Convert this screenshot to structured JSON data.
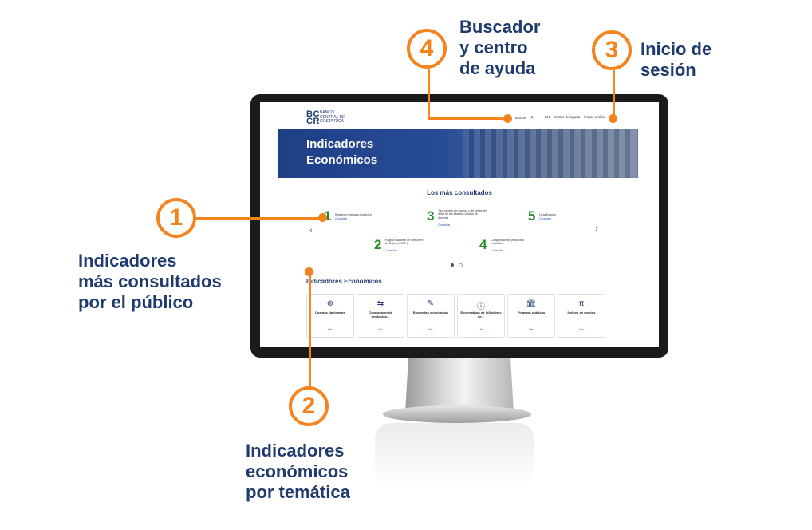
{
  "callouts": {
    "c1": {
      "number": "1",
      "lines": [
        "Indicadores",
        "más consultados",
        "por el público"
      ]
    },
    "c2": {
      "number": "2",
      "lines": [
        "Indicadores",
        "económicos",
        "por temática"
      ]
    },
    "c3": {
      "number": "3",
      "lines": [
        "Inicio de",
        "sesión"
      ]
    },
    "c4": {
      "number": "4",
      "lines": [
        "Buscador",
        "y centro",
        "de ayuda"
      ]
    }
  },
  "colors": {
    "accent": "#f5841f",
    "brand": "#1e3a6e",
    "number_green": "#2a8a2a",
    "link": "#1f55b7"
  },
  "site": {
    "logo": {
      "mark": "BC CR",
      "lines": [
        "BANCO",
        "CENTRAL DE",
        "COSTA RICA"
      ]
    },
    "header": {
      "search_label": "Buscar",
      "search_icon": "search-icon",
      "language": "EN",
      "help_label": "Centro de ayuda",
      "separator": "|",
      "login_label": "Iniciar sesión"
    },
    "hero": {
      "title_line1": "Indicadores",
      "title_line2": "Económicos"
    },
    "most_consulted": {
      "title": "Los más consultados",
      "items": [
        {
          "number": "1",
          "text": "Resumen mercado financiero",
          "link": "Consultar"
        },
        {
          "number": "3",
          "text": "Tipo cambio de compra y de venta del dólar de los Estados Unidos de América",
          "link": "Consultar"
        },
        {
          "number": "5",
          "text": "Libra Egipcia",
          "link": "Consultar"
        },
        {
          "number": "2",
          "text": "Página Nacional de Resumen de Datos (NSDP)",
          "link": "Consultar"
        },
        {
          "number": "4",
          "text": "Comparador de productos crediticios",
          "link": "Consultar"
        }
      ],
      "carousel": {
        "prev": "‹",
        "next": "›"
      }
    },
    "indicators": {
      "title": "Indicadores Económicos",
      "cards": [
        {
          "icon": "globe-icon",
          "glyph": "⊕",
          "label": "Cuentas Nacionales",
          "link": "Ver"
        },
        {
          "icon": "compare-icon",
          "glyph": "⇆",
          "label": "Comparador de productos...",
          "link": "Ver"
        },
        {
          "icon": "edit-icon",
          "glyph": "✎",
          "label": "Encuestas económicas",
          "link": "Ver"
        },
        {
          "icon": "info-icon",
          "glyph": "ⓘ",
          "label": "Expectativas de inflación y de...",
          "link": "Ver"
        },
        {
          "icon": "bank-icon",
          "glyph": "🏛",
          "label": "Finanzas públicas",
          "link": "Ver"
        },
        {
          "icon": "pi-icon",
          "glyph": "π",
          "label": "Índices de precios",
          "link": "Ver"
        }
      ]
    }
  }
}
